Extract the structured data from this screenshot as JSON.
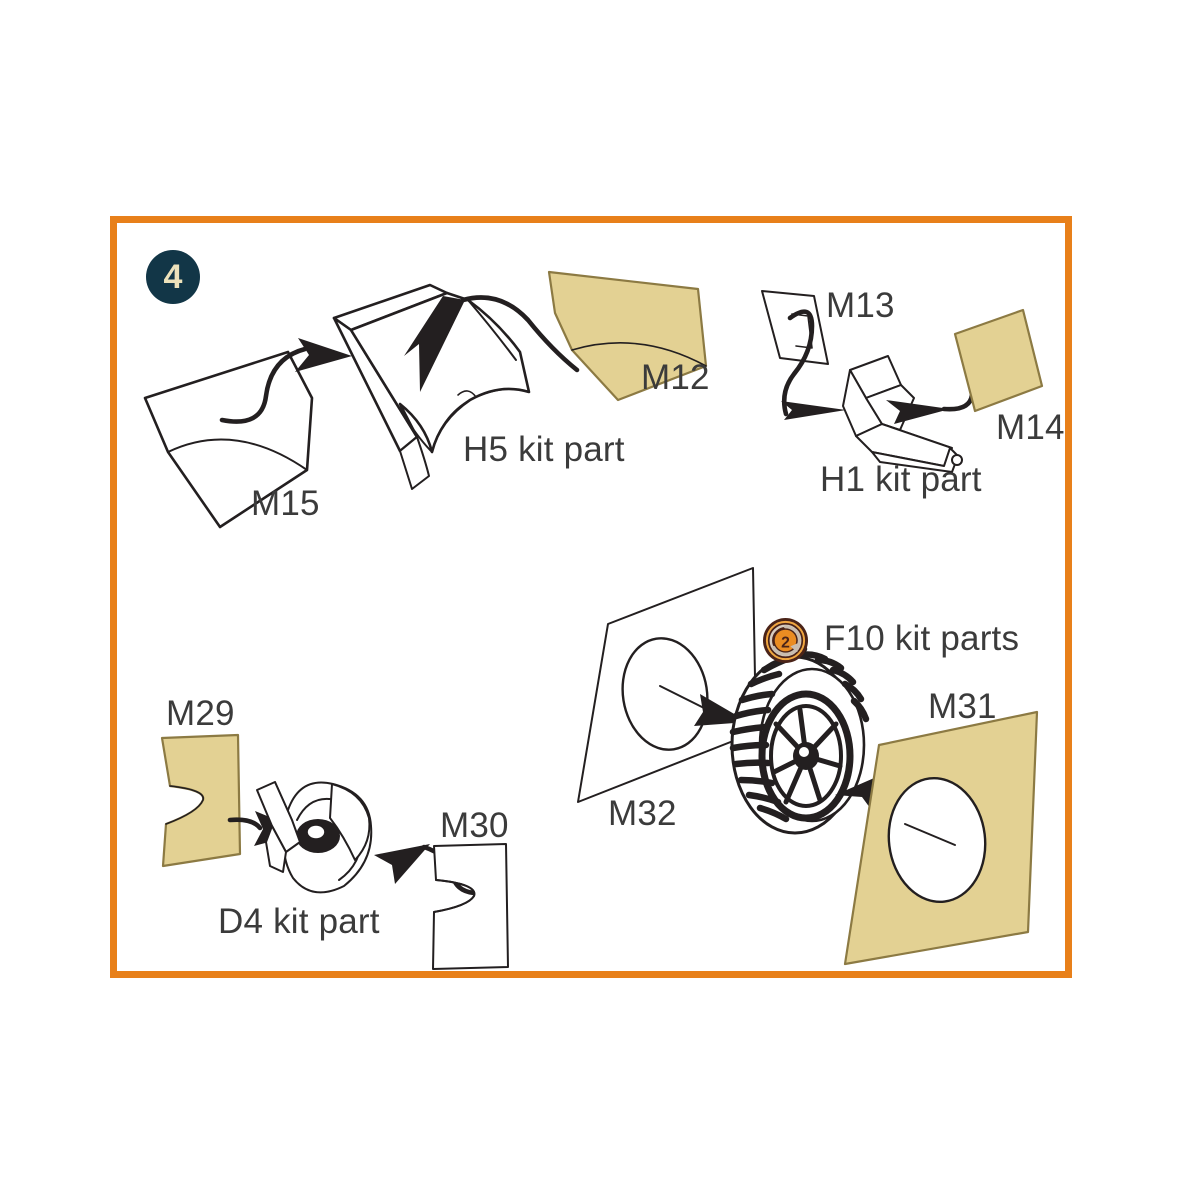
{
  "diagram": {
    "type": "model-kit-assembly-instruction",
    "step_number": "4",
    "frame_color": "#e8801a",
    "photoetch_color": "#e3d193",
    "line_color": "#231f20",
    "text_color": "#3b3b3b",
    "badge_bg": "#123647",
    "badge_text_color": "#ede2bb"
  },
  "labels": {
    "m15": "M15",
    "h5": "H5 kit part",
    "m12": "M12",
    "m13": "M13",
    "m14": "M14",
    "h1": "H1 kit part",
    "m29": "M29",
    "m30": "M30",
    "d4": "D4 kit part",
    "m32": "M32",
    "m31": "M31",
    "f10": "F10 kit parts"
  },
  "icons": {
    "step_badge": "step-number-badge",
    "f10_badge": "repeat-two-times-icon",
    "f10_count": "2"
  },
  "parts": [
    {
      "id": "M15",
      "label": "M15",
      "material": "photoetch",
      "fill": "white",
      "group": "upper-left"
    },
    {
      "id": "H5",
      "label": "H5 kit part",
      "material": "kit-plastic",
      "fill": "white",
      "group": "upper-left"
    },
    {
      "id": "M12",
      "label": "M12",
      "material": "photoetch",
      "fill": "tan",
      "group": "upper-left"
    },
    {
      "id": "M13",
      "label": "M13",
      "material": "photoetch",
      "fill": "white",
      "group": "upper-right"
    },
    {
      "id": "H1",
      "label": "H1 kit part",
      "material": "kit-plastic",
      "fill": "white",
      "group": "upper-right"
    },
    {
      "id": "M14",
      "label": "M14",
      "material": "photoetch",
      "fill": "tan",
      "group": "upper-right"
    },
    {
      "id": "M29",
      "label": "M29",
      "material": "photoetch",
      "fill": "tan",
      "group": "lower-left"
    },
    {
      "id": "D4",
      "label": "D4 kit part",
      "material": "kit-plastic",
      "fill": "white",
      "group": "lower-left"
    },
    {
      "id": "M30",
      "label": "M30",
      "material": "photoetch",
      "fill": "white",
      "group": "lower-left"
    },
    {
      "id": "M32",
      "label": "M32",
      "material": "photoetch",
      "fill": "white",
      "group": "lower-right"
    },
    {
      "id": "F10",
      "label": "F10 kit parts",
      "material": "kit-plastic",
      "fill": "white",
      "group": "lower-right",
      "quantity": "2"
    },
    {
      "id": "M31",
      "label": "M31",
      "material": "photoetch",
      "fill": "tan",
      "group": "lower-right"
    }
  ]
}
